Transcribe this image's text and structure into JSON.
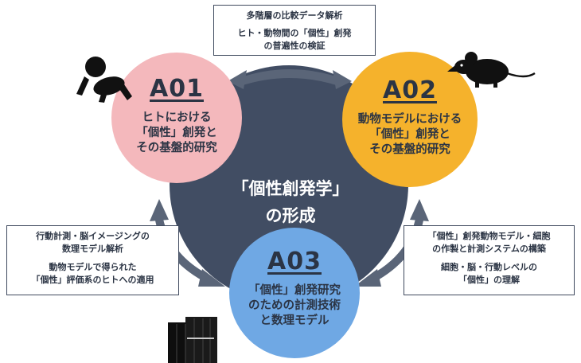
{
  "top_box": {
    "line1": "多階層の比較データ解析",
    "line2": "ヒト・動物間の「個性」創発",
    "line3": "の普遍性の検証"
  },
  "left_box": {
    "line1": "行動計測・脳イメージングの",
    "line2": "数理モデル解析",
    "line3": "動物モデルで得られた",
    "line4": "「個性」評価系のヒトへの適用"
  },
  "right_box": {
    "line1": "「個性」創発動物モデル・細胞",
    "line2": "の作製と計測システムの構築",
    "line3": "細胞・脳・行動レベルの",
    "line4": "「個性」の理解"
  },
  "center": {
    "line1": "「個性創発学」",
    "line2": "の形成"
  },
  "circles": {
    "a01": {
      "id": "A01",
      "line1": "ヒトにおける",
      "line2": "「個性」創発と",
      "line3": "その基盤的研究",
      "color": "#f4b8bc"
    },
    "a02": {
      "id": "A02",
      "line1": "動物モデルにおける",
      "line2": "「個性」創発と",
      "line3": "その基盤的研究",
      "color": "#f5b22c"
    },
    "a03": {
      "id": "A03",
      "line1": "「個性」創発研究",
      "line2": "のための計測技術",
      "line3": "と数理モデル",
      "color": "#6fa8e4"
    }
  },
  "colors": {
    "hub": "#414d63",
    "arrow": "#5a6578",
    "box_border": "#3f4a5e",
    "text": "#2b3444"
  },
  "icons": [
    "baby-icon",
    "mouse-icon",
    "supercomputer-icon"
  ]
}
